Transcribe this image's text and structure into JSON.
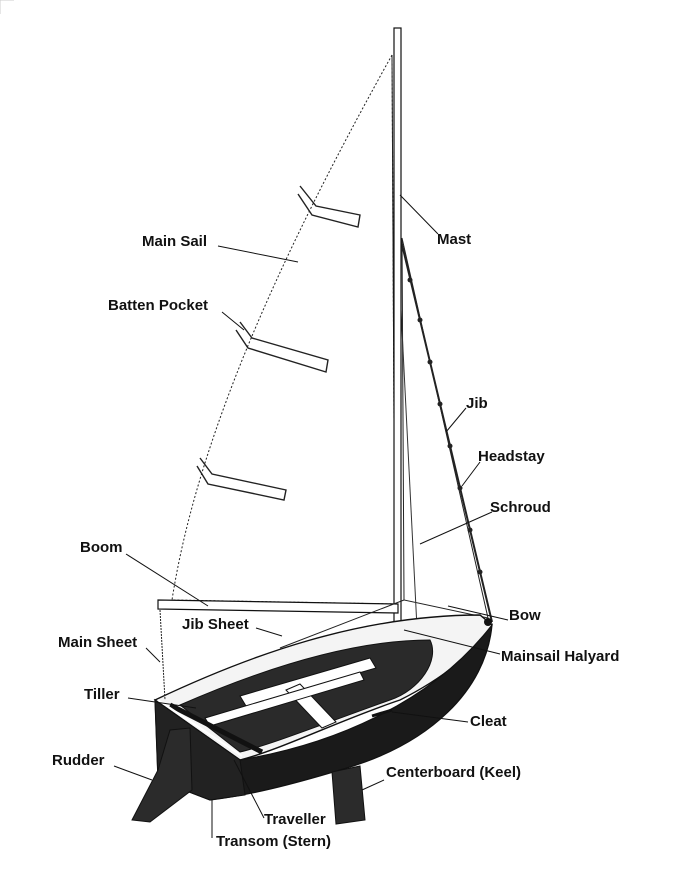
{
  "labels": {
    "mast": "Mast",
    "main_sail": "Main Sail",
    "batten_pocket": "Batten Pocket",
    "jib": "Jib",
    "headstay": "Headstay",
    "schroud": "Schroud",
    "boom": "Boom",
    "bow": "Bow",
    "jib_sheet": "Jib Sheet",
    "main_sheet": "Main Sheet",
    "mainsail_halyard": "Mainsail Halyard",
    "tiller": "Tiller",
    "cleat": "Cleat",
    "rudder": "Rudder",
    "centerboard": "Centerboard (Keel)",
    "traveller": "Traveller",
    "transom": "Transom (Stern)"
  },
  "colors": {
    "ink": "#111111",
    "hull": "#1a1a1a",
    "paper": "#ffffff"
  }
}
